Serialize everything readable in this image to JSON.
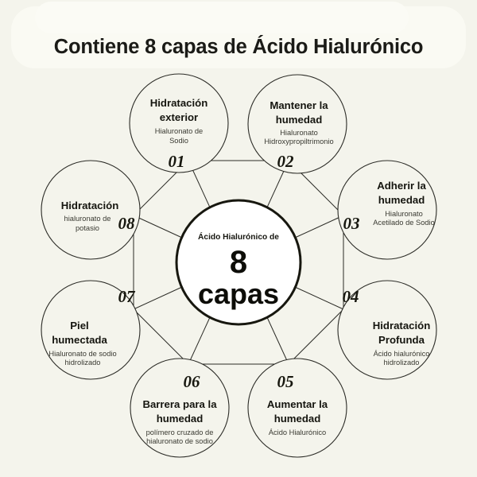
{
  "page": {
    "title": "Contiene 8 capas de Ácido Hialurónico",
    "background_color": "#f4f4ec",
    "accent_color": "#17170f"
  },
  "center": {
    "label_top": "Ácido Hialurónico de",
    "number": "8",
    "word": "capas"
  },
  "nodes": [
    {
      "number": "01",
      "title_line1": "Hidratación",
      "title_line2": "exterior",
      "sub_line1": "Hialuronato de",
      "sub_line2": "Sodio"
    },
    {
      "number": "02",
      "title_line1": "Mantener la",
      "title_line2": "humedad",
      "sub_line1": "Hialuronato",
      "sub_line2": "Hidroxypropiltrimonio"
    },
    {
      "number": "03",
      "title_line1": "Adherir la",
      "title_line2": "humedad",
      "sub_line1": "Hialuronato",
      "sub_line2": "Acetilado de Sodio"
    },
    {
      "number": "04",
      "title_line1": "Hidratación",
      "title_line2": "Profunda",
      "sub_line1": "Ácido hialurónico",
      "sub_line2": "hidrolizado"
    },
    {
      "number": "05",
      "title_line1": "Aumentar la",
      "title_line2": "humedad",
      "sub_line1": "Ácido Hialurónico",
      "sub_line2": ""
    },
    {
      "number": "06",
      "title_line1": "Barrera para la",
      "title_line2": "humedad",
      "sub_line1": "polímero cruzado de",
      "sub_line2": "hialuronato de sodio"
    },
    {
      "number": "07",
      "title_line1": "Piel",
      "title_line2": "humectada",
      "sub_line1": "Hialuronato de sodio",
      "sub_line2": "hidrolizado"
    },
    {
      "number": "08",
      "title_line1": "Hidratación",
      "title_line2": "",
      "sub_line1": "hialuronato de",
      "sub_line2": "potasio"
    }
  ]
}
